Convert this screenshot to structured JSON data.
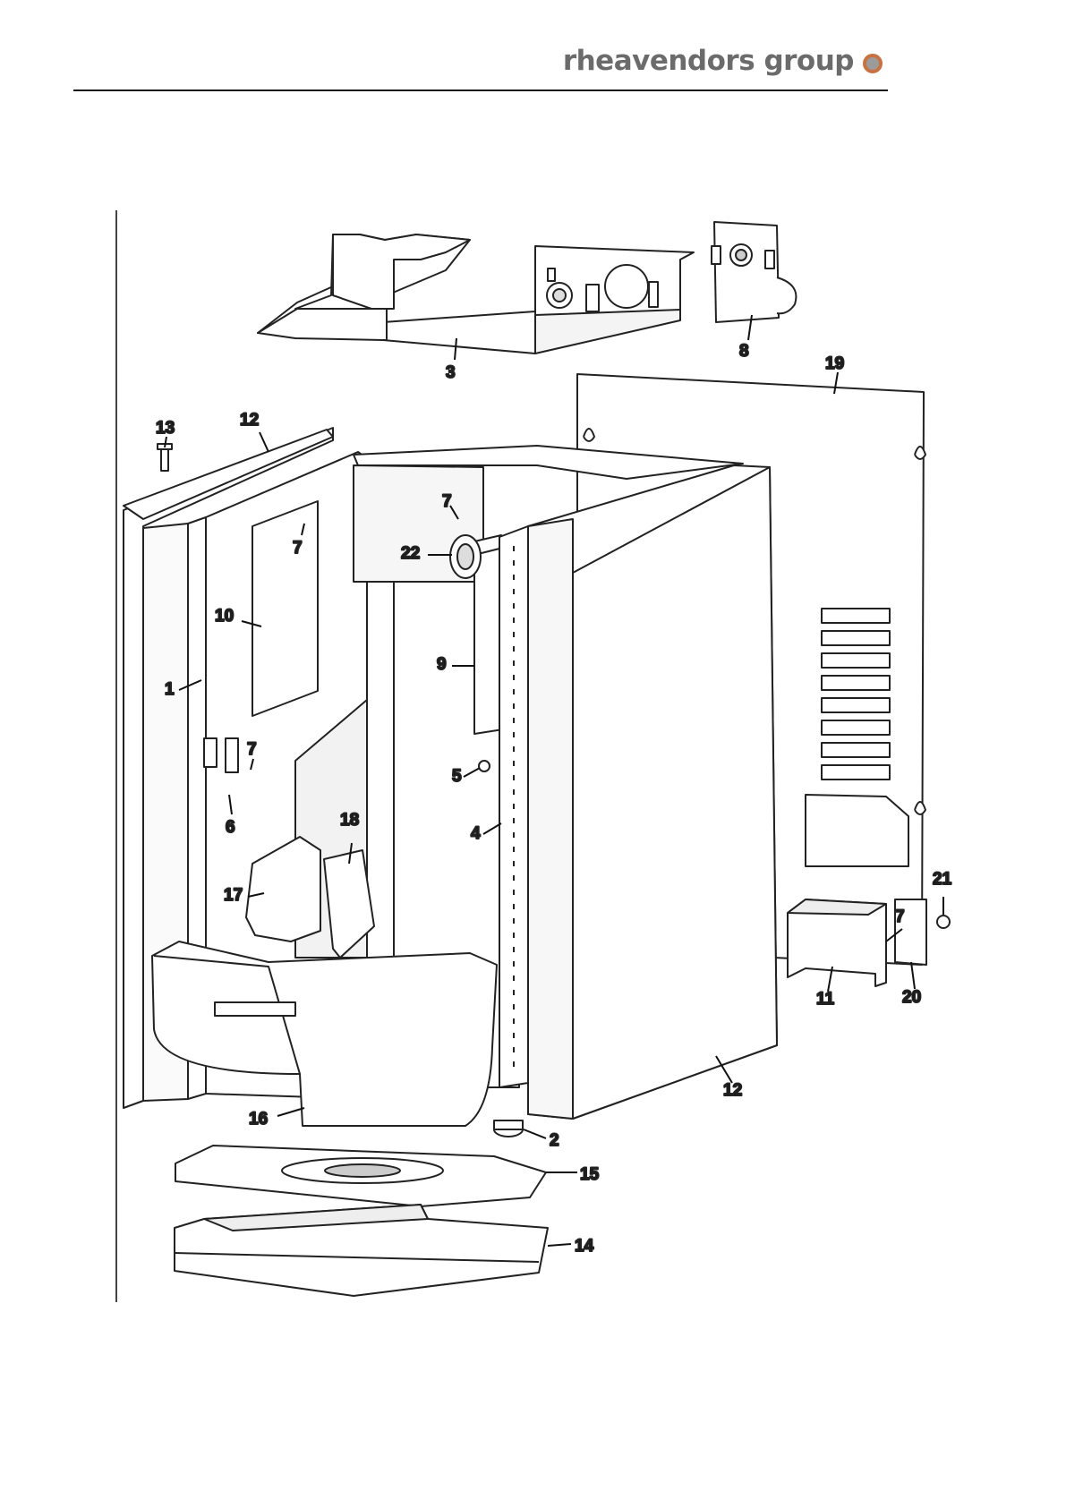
{
  "header": {
    "brand": "rheavendors group"
  },
  "colors": {
    "brand_text": "#6b6b6b",
    "brand_dot_ring": "#c9713f",
    "line": "#1a1a1a"
  },
  "callouts": {
    "c1": "1",
    "c2": "2",
    "c3": "3",
    "c4": "4",
    "c5": "5",
    "c6": "6",
    "c7a": "7",
    "c7b": "7",
    "c7c": "7",
    "c7d": "7",
    "c8": "8",
    "c9": "9",
    "c10": "10",
    "c11": "11",
    "c12a": "12",
    "c12b": "12",
    "c13": "13",
    "c14": "14",
    "c15": "15",
    "c16": "16",
    "c17": "17",
    "c18": "18",
    "c19": "19",
    "c20": "20",
    "c21": "21",
    "c22": "22"
  }
}
